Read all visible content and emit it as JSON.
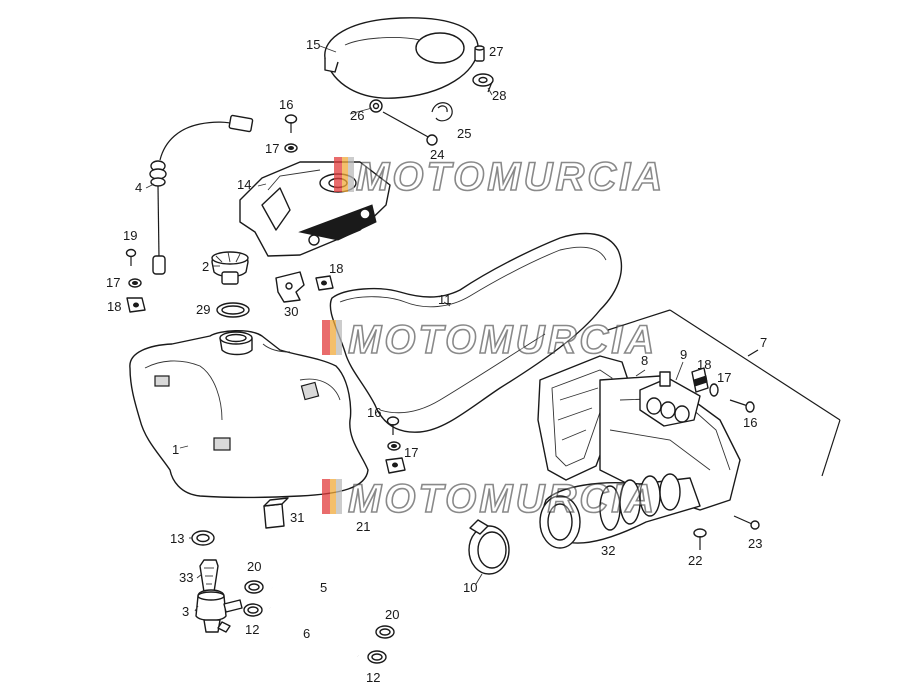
{
  "watermark": {
    "text": "MOTOMURCIA"
  },
  "watermark_colors": [
    "#e23b3b",
    "#f0a93a",
    "#bbbbbb",
    "#7a7a7a"
  ],
  "callouts": {
    "p1": "1",
    "p2": "2",
    "p3": "3",
    "p4": "4",
    "p5": "5",
    "p6": "6",
    "p7": "7",
    "p8": "8",
    "p9": "9",
    "p10": "10",
    "p11": "11",
    "p12a": "12",
    "p12b": "12",
    "p13": "13",
    "p14": "14",
    "p15": "15",
    "p16a": "16",
    "p16b": "16",
    "p16c": "16",
    "p17a": "17",
    "p17b": "17",
    "p17c": "17",
    "p17d": "17",
    "p18a": "18",
    "p18b": "18",
    "p18c": "18",
    "p19": "19",
    "p20a": "20",
    "p20b": "20",
    "p21": "21",
    "p22": "22",
    "p23": "23",
    "p24": "24",
    "p25": "25",
    "p26": "26",
    "p27": "27",
    "p28": "28",
    "p29": "29",
    "p30": "30",
    "p31": "31",
    "p32": "32",
    "p33": "33"
  }
}
